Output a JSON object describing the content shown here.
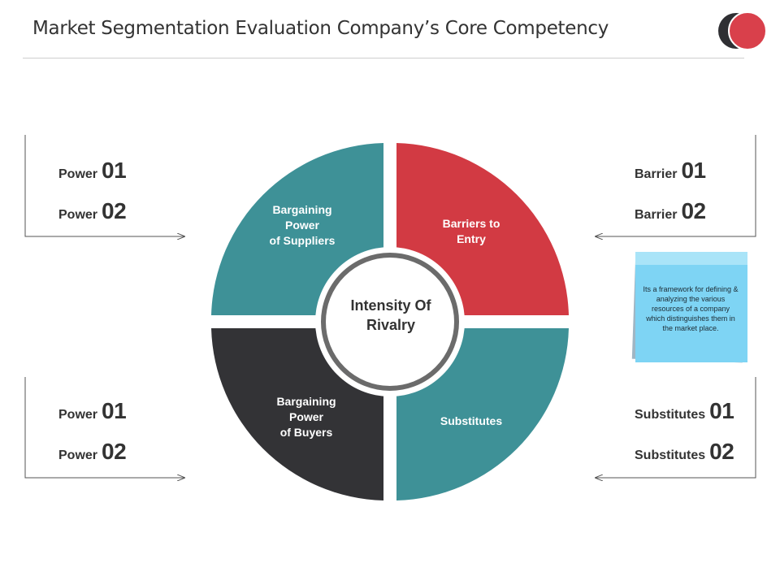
{
  "header": {
    "title": "Market Segmentation Evaluation Company’s Core Competency"
  },
  "logo": {
    "icon": "overlapping-circles-logo",
    "colors": [
      "#2f2f33",
      "#d9404b"
    ]
  },
  "diagram": {
    "center": {
      "line1": "Intensity Of",
      "line2": "Rivalry"
    },
    "segments": [
      {
        "id": "suppliers",
        "color": "#3e9197",
        "lines": [
          "Bargaining",
          "Power",
          "of Suppliers"
        ]
      },
      {
        "id": "entry",
        "color": "#d23a43",
        "lines": [
          "Barriers to",
          "Entry"
        ]
      },
      {
        "id": "buyers",
        "color": "#333336",
        "lines": [
          "Bargaining",
          "Power",
          "of Buyers"
        ]
      },
      {
        "id": "substitutes",
        "color": "#3e9197",
        "lines": [
          "Substitutes"
        ]
      }
    ]
  },
  "callouts": {
    "top_left": [
      {
        "word": "Power",
        "num": "01"
      },
      {
        "word": "Power",
        "num": "02"
      }
    ],
    "top_right": [
      {
        "word": "Barrier",
        "num": "01"
      },
      {
        "word": "Barrier",
        "num": "02"
      }
    ],
    "bottom_left": [
      {
        "word": "Power",
        "num": "01"
      },
      {
        "word": "Power",
        "num": "02"
      }
    ],
    "bottom_right": [
      {
        "word": "Substitutes",
        "num": "01"
      },
      {
        "word": "Substitutes",
        "num": "02"
      }
    ]
  },
  "note": {
    "text": "Its a framework for defining & analyzing the various resources of a company which distinguishes them in the market place."
  }
}
